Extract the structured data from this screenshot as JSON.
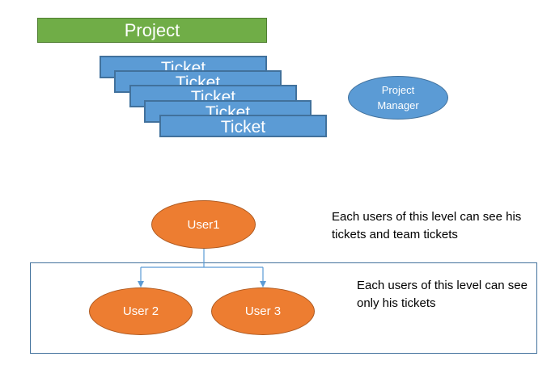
{
  "project": {
    "label": "Project",
    "color": "#70ad47"
  },
  "tickets": [
    {
      "label": "Ticket"
    },
    {
      "label": "Ticket"
    },
    {
      "label": "Ticket"
    },
    {
      "label": "Ticket"
    },
    {
      "label": "Ticket"
    }
  ],
  "ticket_color": "#5b9bd5",
  "project_manager": {
    "label": "Project Manager",
    "color": "#5b9bd5"
  },
  "hierarchy": {
    "top_user": {
      "label": "User1"
    },
    "sub_users": [
      {
        "label": "User 2"
      },
      {
        "label": "User 3"
      }
    ],
    "user_color": "#ed7d31"
  },
  "notes": {
    "top_level": "Each users of this level can see his tickets and team tickets",
    "bottom_level": "Each users of this level can see only his tickets"
  }
}
